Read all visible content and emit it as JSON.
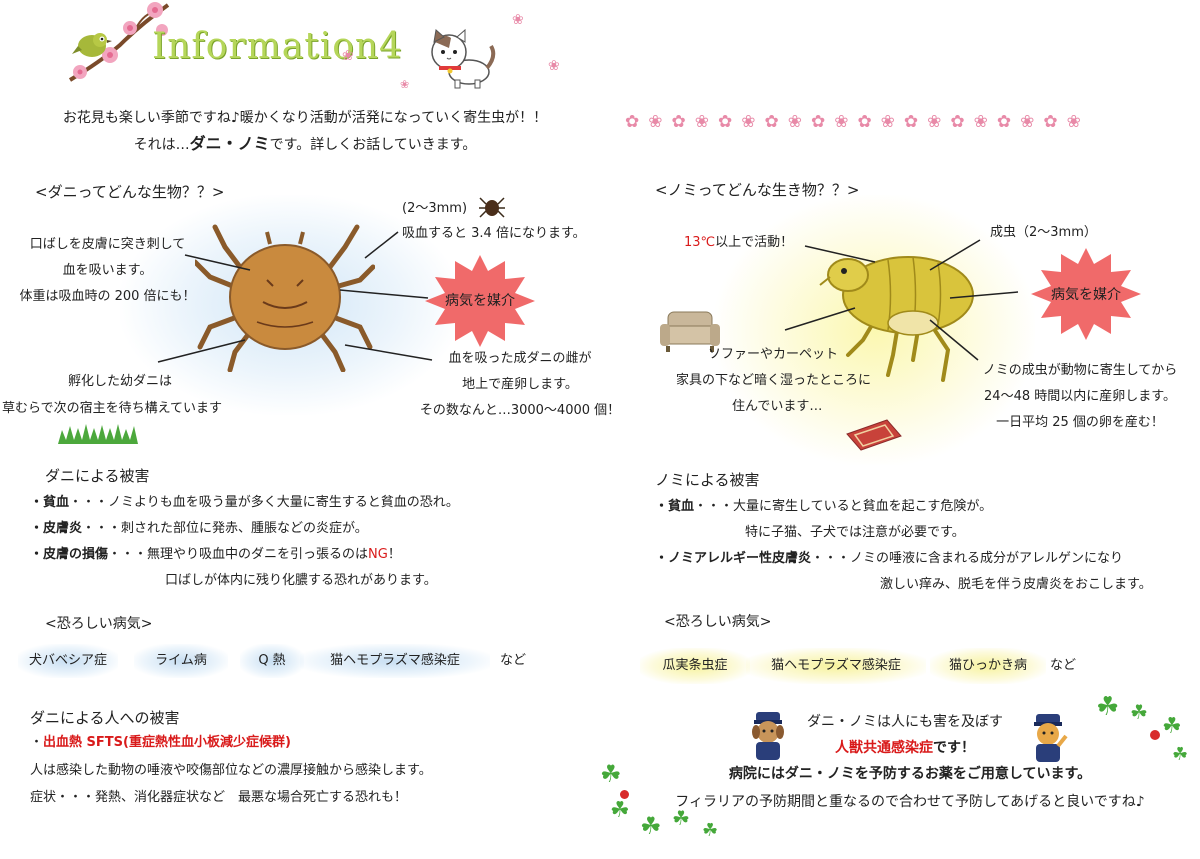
{
  "header": {
    "title": "Information4"
  },
  "intro": {
    "line1": "お花見も楽しい季節ですね♪暖かくなり活動が活発になっていく寄生虫が！！",
    "line2_prefix": "それは…",
    "line2_bold": "ダニ・ノミ",
    "line2_suffix": "です。詳しくお話していきます。"
  },
  "tick": {
    "heading": "<ダニってどんな生物？？>",
    "size": "(2～3mm)",
    "size_note": "吸血すると 3.4 倍になります。",
    "mouth": [
      "口ばしを皮膚に突き刺して",
      "血を吸います。",
      "体重は吸血時の 200 倍にも！"
    ],
    "badge": "病気を媒介",
    "larva": [
      "孵化した幼ダニは",
      "草むらで次の宿主を待ち構えています"
    ],
    "eggs": [
      "血を吸った成ダニの雌が",
      "地上で産卵します。",
      "その数なんと…3000～4000 個！"
    ]
  },
  "flea": {
    "heading": "<ノミってどんな生き物？？>",
    "temp_red": "13℃",
    "temp_rest": "以上で活動！",
    "adult": "成虫（2～3mm）",
    "badge": "病気を媒介",
    "habitat": [
      "ソファーやカーペット",
      "家具の下など暗く湿ったところに",
      "住んでいます…"
    ],
    "parasite": [
      "ノミの成虫が動物に寄生してから",
      "24～48 時間以内に産卵します。",
      "一日平均 25 個の卵を産む！"
    ]
  },
  "tick_damage": {
    "heading": "ダニによる被害",
    "items": [
      {
        "bold": "・貧血",
        "text": "・・・ノミよりも血を吸う量が多く大量に寄生すると貧血の恐れ。"
      },
      {
        "bold": "・皮膚炎",
        "text": "・・・刺された部位に発赤、腫脹などの炎症が。"
      },
      {
        "bold": "・皮膚の損傷",
        "text": "・・・無理やり吸血中のダニを引っ張るのは",
        "red": "NG",
        "end": "！"
      }
    ],
    "continuation": "口ばしが体内に残り化膿する恐れがあります。"
  },
  "tick_disease": {
    "heading": "<恐ろしい病気>",
    "items": [
      "犬バベシア症",
      "ライム病",
      "Q 熱",
      "猫ヘモプラズマ感染症"
    ],
    "etc": "など"
  },
  "tick_human": {
    "heading": "ダニによる人への被害",
    "item_prefix": "・",
    "item_red": "出血熱 SFTS(重症熱性血小板減少症候群)",
    "line1": "人は感染した動物の唾液や咬傷部位などの濃厚接触から感染します。",
    "line2": "症状・・・発熱、消化器症状など　最悪な場合死亡する恐れも！"
  },
  "flea_damage": {
    "heading": "ノミによる被害",
    "item1_bold": "・貧血",
    "item1_text": "・・・大量に寄生していると貧血を起こす危険が。",
    "item1_cont": "特に子猫、子犬では注意が必要です。",
    "item2_bold": "・ノミアレルギー性皮膚炎",
    "item2_text": "・・・ノミの唾液に含まれる成分がアレルゲンになり",
    "item2_cont": "激しい痒み、脱毛を伴う皮膚炎をおこします。"
  },
  "flea_disease": {
    "heading": "<恐ろしい病気>",
    "items": [
      "瓜実条虫症",
      "猫ヘモプラズマ感染症",
      "猫ひっかき病"
    ],
    "etc": "など"
  },
  "closing": {
    "line1": "ダニ・ノミは人にも害を及ぼす",
    "line2_red": "人獣共通感染症",
    "line2_rest": "です！",
    "line3": "病院にはダニ・ノミを予防するお薬をご用意しています。",
    "line4": "フィラリアの予防期間と重なるので合わせて予防してあげると良いですね♪"
  },
  "colors": {
    "title": "#b5d65a",
    "accent_red": "#d91a1a",
    "badge": "#f06a6a",
    "tick_body": "#c98a3e",
    "flea_body": "#d9c43c"
  },
  "icons": [
    "cherry-blossom-icon",
    "bird-icon",
    "cat-icon",
    "tick-icon",
    "flea-icon",
    "sofa-icon",
    "carpet-icon",
    "grass-icon",
    "clover-icon",
    "ladybug-icon",
    "police-dog-icon",
    "police-cat-icon",
    "starburst-badge-icon"
  ]
}
